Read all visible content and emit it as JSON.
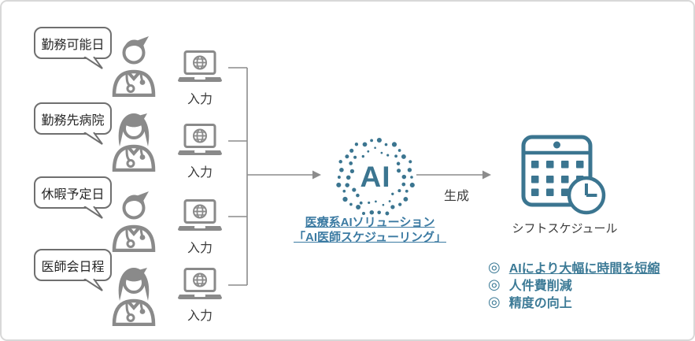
{
  "colors": {
    "teal": "#3B7590",
    "link_teal": "#3B7AA2",
    "icon_gray": "#8A8A8A",
    "line_gray": "#8C8C8C",
    "text_dark": "#3A3A3A",
    "frame_border": "#D8D8D8"
  },
  "inputs": [
    {
      "bubble": "勤務可能日",
      "doctor": "male-doctor",
      "action": "入力"
    },
    {
      "bubble": "勤務先病院",
      "doctor": "female-doctor",
      "action": "入力"
    },
    {
      "bubble": "休暇予定日",
      "doctor": "male-doctor",
      "action": "入力"
    },
    {
      "bubble": "医師会日程",
      "doctor": "female-doctor",
      "action": "入力"
    }
  ],
  "ai": {
    "badge_label": "AI",
    "caption_line1": "医療系AIソリューション",
    "caption_line2": "「AI医師スケジューリング」"
  },
  "generate_label": "生成",
  "output": {
    "label": "シフトスケジュール"
  },
  "benefits": {
    "bullet_symbol": "◎",
    "items": [
      {
        "text": "AIにより大幅に時間を短縮",
        "underlined": true
      },
      {
        "text": "人件費削減",
        "underlined": false
      },
      {
        "text": "精度の向上",
        "underlined": false
      }
    ]
  }
}
